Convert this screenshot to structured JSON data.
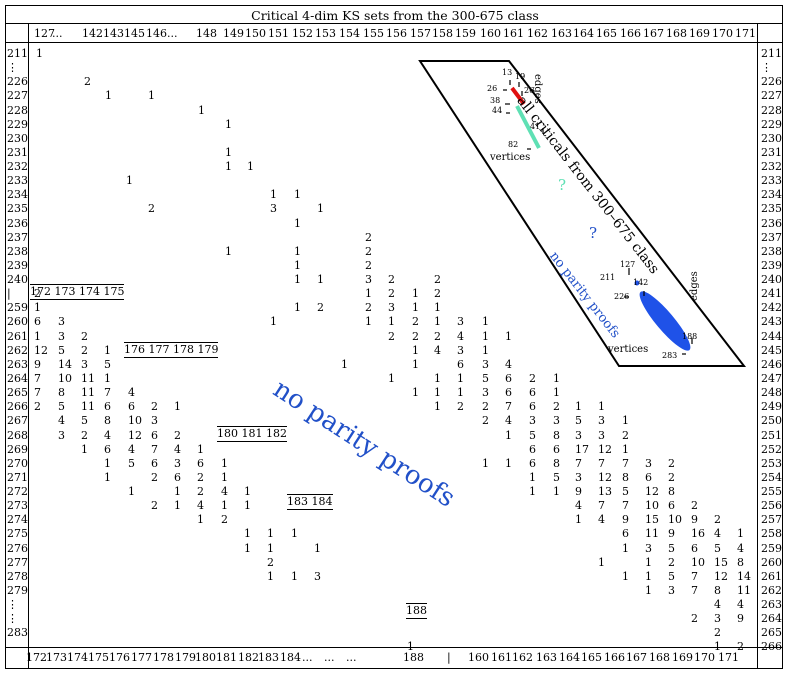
{
  "title": "Critical 4-dim KS sets from the 300-675 class",
  "top_header": [
    "127",
    "...",
    "142",
    "143",
    "145",
    "146",
    "...",
    "148",
    "149",
    "150",
    "151",
    "152",
    "153",
    "154",
    "155",
    "156",
    "157",
    "158",
    "159",
    "160",
    "161",
    "162",
    "163",
    "164",
    "165",
    "166",
    "167",
    "168",
    "169",
    "170",
    "171"
  ],
  "bottom_header": [
    "172",
    "173",
    "174",
    "175",
    "176",
    "177",
    "178",
    "179",
    "180",
    "181",
    "182",
    "183",
    "184",
    "...",
    "...",
    "...",
    "188",
    "|",
    "160",
    "161",
    "162",
    "163",
    "164",
    "165",
    "166",
    "167",
    "168",
    "169",
    "170",
    "171"
  ],
  "left_rows": [
    "211",
    "⋮",
    "226",
    "227",
    "228",
    "229",
    "230",
    "231",
    "232",
    "233",
    "234",
    "235",
    "236",
    "237",
    "238",
    "239",
    "240",
    "|",
    "259",
    "260",
    "261",
    "262",
    "263",
    "264",
    "265",
    "266",
    "267",
    "268",
    "269",
    "270",
    "271",
    "272",
    "273",
    "274",
    "275",
    "276",
    "277",
    "278",
    "279",
    "⋮",
    "⋮",
    "283"
  ],
  "right_rows": [
    "211",
    "⋮",
    "226",
    "227",
    "228",
    "229",
    "230",
    "231",
    "232",
    "233",
    "234",
    "235",
    "236",
    "237",
    "238",
    "239",
    "240",
    "241",
    "242",
    "243",
    "244",
    "245",
    "246",
    "247",
    "248",
    "249",
    "250",
    "251",
    "252",
    "253",
    "254",
    "255",
    "256",
    "257",
    "258",
    "259",
    "260",
    "261",
    "262",
    "263",
    "264",
    "265",
    "266"
  ],
  "sub_headers": [
    {
      "text": "172 173 174 175"
    },
    {
      "text": "176 177 178 179"
    },
    {
      "text": "180 181 182"
    },
    {
      "text": "183 184"
    },
    {
      "text": "188"
    }
  ],
  "matrix_cells": [
    {
      "r": 0,
      "c": 0,
      "v": "1"
    },
    {
      "r": 2,
      "c": 2,
      "v": "2"
    },
    {
      "r": 3,
      "c": 3,
      "v": "1"
    },
    {
      "r": 3,
      "c": 5,
      "v": "1"
    },
    {
      "r": 4,
      "c": 7,
      "v": "1"
    },
    {
      "r": 5,
      "c": 8,
      "v": "1"
    },
    {
      "r": 7,
      "c": 8,
      "v": "1"
    },
    {
      "r": 8,
      "c": 8,
      "v": "1"
    },
    {
      "r": 8,
      "c": 9,
      "v": "1"
    },
    {
      "r": 9,
      "c": 4,
      "v": "1"
    },
    {
      "r": 10,
      "c": 10,
      "v": "1"
    },
    {
      "r": 10,
      "c": 11,
      "v": "1"
    },
    {
      "r": 11,
      "c": 5,
      "v": "2"
    },
    {
      "r": 11,
      "c": 10,
      "v": "3"
    },
    {
      "r": 11,
      "c": 12,
      "v": "1"
    },
    {
      "r": 12,
      "c": 11,
      "v": "1"
    },
    {
      "r": 13,
      "c": 14,
      "v": "2"
    },
    {
      "r": 14,
      "c": 8,
      "v": "1"
    },
    {
      "r": 14,
      "c": 11,
      "v": "1"
    },
    {
      "r": 14,
      "c": 14,
      "v": "2"
    },
    {
      "r": 15,
      "c": 11,
      "v": "1"
    },
    {
      "r": 15,
      "c": 14,
      "v": "2"
    },
    {
      "r": 16,
      "c": 11,
      "v": "1"
    },
    {
      "r": 16,
      "c": 12,
      "v": "1"
    },
    {
      "r": 16,
      "c": 14,
      "v": "3"
    },
    {
      "r": 16,
      "c": 15,
      "v": "2"
    },
    {
      "r": 16,
      "c": 17,
      "v": "2"
    },
    {
      "r": 17,
      "c": 14,
      "v": "1"
    },
    {
      "r": 17,
      "c": 15,
      "v": "2"
    },
    {
      "r": 17,
      "c": 16,
      "v": "1"
    },
    {
      "r": 17,
      "c": 17,
      "v": "2"
    },
    {
      "r": 18,
      "c": 11,
      "v": "1"
    },
    {
      "r": 18,
      "c": 12,
      "v": "2"
    },
    {
      "r": 18,
      "c": 14,
      "v": "2"
    },
    {
      "r": 18,
      "c": 15,
      "v": "3"
    },
    {
      "r": 18,
      "c": 16,
      "v": "1"
    },
    {
      "r": 18,
      "c": 17,
      "v": "1"
    },
    {
      "r": 19,
      "c": 10,
      "v": "1"
    },
    {
      "r": 19,
      "c": 14,
      "v": "1"
    },
    {
      "r": 19,
      "c": 15,
      "v": "1"
    },
    {
      "r": 19,
      "c": 16,
      "v": "2"
    },
    {
      "r": 19,
      "c": 17,
      "v": "1"
    },
    {
      "r": 19,
      "c": 18,
      "v": "3"
    },
    {
      "r": 19,
      "c": 19,
      "v": "1"
    },
    {
      "r": 20,
      "c": 15,
      "v": "2"
    },
    {
      "r": 20,
      "c": 16,
      "v": "2"
    },
    {
      "r": 20,
      "c": 17,
      "v": "2"
    },
    {
      "r": 20,
      "c": 18,
      "v": "4"
    },
    {
      "r": 20,
      "c": 19,
      "v": "1"
    },
    {
      "r": 20,
      "c": 20,
      "v": "1"
    },
    {
      "r": 21,
      "c": 16,
      "v": "1"
    },
    {
      "r": 21,
      "c": 17,
      "v": "4"
    },
    {
      "r": 21,
      "c": 18,
      "v": "3"
    },
    {
      "r": 21,
      "c": 19,
      "v": "1"
    },
    {
      "r": 22,
      "c": 13,
      "v": "1"
    },
    {
      "r": 22,
      "c": 16,
      "v": "1"
    },
    {
      "r": 22,
      "c": 18,
      "v": "6"
    },
    {
      "r": 22,
      "c": 19,
      "v": "3"
    },
    {
      "r": 22,
      "c": 20,
      "v": "4"
    },
    {
      "r": 23,
      "c": 15,
      "v": "1"
    },
    {
      "r": 23,
      "c": 17,
      "v": "1"
    },
    {
      "r": 23,
      "c": 18,
      "v": "1"
    },
    {
      "r": 23,
      "c": 19,
      "v": "5"
    },
    {
      "r": 23,
      "c": 20,
      "v": "6"
    },
    {
      "r": 23,
      "c": 21,
      "v": "2"
    },
    {
      "r": 23,
      "c": 22,
      "v": "1"
    },
    {
      "r": 24,
      "c": 16,
      "v": "1"
    },
    {
      "r": 24,
      "c": 17,
      "v": "1"
    },
    {
      "r": 24,
      "c": 18,
      "v": "1"
    },
    {
      "r": 24,
      "c": 19,
      "v": "3"
    },
    {
      "r": 24,
      "c": 20,
      "v": "6"
    },
    {
      "r": 24,
      "c": 21,
      "v": "6"
    },
    {
      "r": 24,
      "c": 22,
      "v": "1"
    },
    {
      "r": 25,
      "c": 17,
      "v": "1"
    },
    {
      "r": 25,
      "c": 18,
      "v": "2"
    },
    {
      "r": 25,
      "c": 19,
      "v": "2"
    },
    {
      "r": 25,
      "c": 20,
      "v": "7"
    },
    {
      "r": 25,
      "c": 21,
      "v": "6"
    },
    {
      "r": 25,
      "c": 22,
      "v": "2"
    },
    {
      "r": 25,
      "c": 23,
      "v": "1"
    },
    {
      "r": 25,
      "c": 24,
      "v": "1"
    },
    {
      "r": 26,
      "c": 19,
      "v": "2"
    },
    {
      "r": 26,
      "c": 20,
      "v": "4"
    },
    {
      "r": 26,
      "c": 21,
      "v": "3"
    },
    {
      "r": 26,
      "c": 22,
      "v": "3"
    },
    {
      "r": 26,
      "c": 23,
      "v": "5"
    },
    {
      "r": 26,
      "c": 24,
      "v": "3"
    },
    {
      "r": 26,
      "c": 25,
      "v": "1"
    },
    {
      "r": 27,
      "c": 20,
      "v": "1"
    },
    {
      "r": 27,
      "c": 21,
      "v": "5"
    },
    {
      "r": 27,
      "c": 22,
      "v": "8"
    },
    {
      "r": 27,
      "c": 23,
      "v": "3"
    },
    {
      "r": 27,
      "c": 24,
      "v": "3"
    },
    {
      "r": 27,
      "c": 25,
      "v": "2"
    },
    {
      "r": 28,
      "c": 21,
      "v": "6"
    },
    {
      "r": 28,
      "c": 22,
      "v": "6"
    },
    {
      "r": 28,
      "c": 23,
      "v": "17"
    },
    {
      "r": 28,
      "c": 24,
      "v": "12"
    },
    {
      "r": 28,
      "c": 25,
      "v": "1"
    },
    {
      "r": 29,
      "c": 19,
      "v": "1"
    },
    {
      "r": 29,
      "c": 20,
      "v": "1"
    },
    {
      "r": 29,
      "c": 21,
      "v": "6"
    },
    {
      "r": 29,
      "c": 22,
      "v": "8"
    },
    {
      "r": 29,
      "c": 23,
      "v": "7"
    },
    {
      "r": 29,
      "c": 24,
      "v": "7"
    },
    {
      "r": 29,
      "c": 25,
      "v": "7"
    },
    {
      "r": 29,
      "c": 26,
      "v": "3"
    },
    {
      "r": 29,
      "c": 27,
      "v": "2"
    },
    {
      "r": 30,
      "c": 21,
      "v": "1"
    },
    {
      "r": 30,
      "c": 22,
      "v": "5"
    },
    {
      "r": 30,
      "c": 23,
      "v": "3"
    },
    {
      "r": 30,
      "c": 24,
      "v": "12"
    },
    {
      "r": 30,
      "c": 25,
      "v": "8"
    },
    {
      "r": 30,
      "c": 26,
      "v": "6"
    },
    {
      "r": 30,
      "c": 27,
      "v": "2"
    },
    {
      "r": 31,
      "c": 21,
      "v": "1"
    },
    {
      "r": 31,
      "c": 22,
      "v": "1"
    },
    {
      "r": 31,
      "c": 23,
      "v": "9"
    },
    {
      "r": 31,
      "c": 24,
      "v": "13"
    },
    {
      "r": 31,
      "c": 25,
      "v": "5"
    },
    {
      "r": 31,
      "c": 26,
      "v": "12"
    },
    {
      "r": 31,
      "c": 27,
      "v": "8"
    },
    {
      "r": 32,
      "c": 23,
      "v": "4"
    },
    {
      "r": 32,
      "c": 24,
      "v": "7"
    },
    {
      "r": 32,
      "c": 25,
      "v": "7"
    },
    {
      "r": 32,
      "c": 26,
      "v": "10"
    },
    {
      "r": 32,
      "c": 27,
      "v": "6"
    },
    {
      "r": 32,
      "c": 28,
      "v": "2"
    },
    {
      "r": 33,
      "c": 23,
      "v": "1"
    },
    {
      "r": 33,
      "c": 24,
      "v": "4"
    },
    {
      "r": 33,
      "c": 25,
      "v": "9"
    },
    {
      "r": 33,
      "c": 26,
      "v": "15"
    },
    {
      "r": 33,
      "c": 27,
      "v": "10"
    },
    {
      "r": 33,
      "c": 28,
      "v": "9"
    },
    {
      "r": 33,
      "c": 29,
      "v": "2"
    },
    {
      "r": 34,
      "c": 25,
      "v": "6"
    },
    {
      "r": 34,
      "c": 26,
      "v": "11"
    },
    {
      "r": 34,
      "c": 27,
      "v": "9"
    },
    {
      "r": 34,
      "c": 28,
      "v": "16"
    },
    {
      "r": 34,
      "c": 29,
      "v": "4"
    },
    {
      "r": 34,
      "c": 30,
      "v": "1"
    },
    {
      "r": 35,
      "c": 25,
      "v": "1"
    },
    {
      "r": 35,
      "c": 26,
      "v": "3"
    },
    {
      "r": 35,
      "c": 27,
      "v": "5"
    },
    {
      "r": 35,
      "c": 28,
      "v": "6"
    },
    {
      "r": 35,
      "c": 29,
      "v": "5"
    },
    {
      "r": 35,
      "c": 30,
      "v": "4"
    },
    {
      "r": 36,
      "c": 24,
      "v": "1"
    },
    {
      "r": 36,
      "c": 26,
      "v": "1"
    },
    {
      "r": 36,
      "c": 27,
      "v": "2"
    },
    {
      "r": 36,
      "c": 28,
      "v": "10"
    },
    {
      "r": 36,
      "c": 29,
      "v": "15"
    },
    {
      "r": 36,
      "c": 30,
      "v": "8"
    },
    {
      "r": 37,
      "c": 25,
      "v": "1"
    },
    {
      "r": 37,
      "c": 26,
      "v": "1"
    },
    {
      "r": 37,
      "c": 27,
      "v": "5"
    },
    {
      "r": 37,
      "c": 28,
      "v": "7"
    },
    {
      "r": 37,
      "c": 29,
      "v": "12"
    },
    {
      "r": 37,
      "c": 30,
      "v": "14"
    },
    {
      "r": 38,
      "c": 26,
      "v": "1"
    },
    {
      "r": 38,
      "c": 27,
      "v": "3"
    },
    {
      "r": 38,
      "c": 28,
      "v": "7"
    },
    {
      "r": 38,
      "c": 29,
      "v": "8"
    },
    {
      "r": 38,
      "c": 30,
      "v": "11"
    },
    {
      "r": 39,
      "c": 29,
      "v": "4"
    },
    {
      "r": 39,
      "c": 30,
      "v": "4"
    },
    {
      "r": 40,
      "c": 28,
      "v": "2"
    },
    {
      "r": 40,
      "c": 29,
      "v": "3"
    },
    {
      "r": 40,
      "c": 30,
      "v": "9"
    },
    {
      "r": 41,
      "c": 29,
      "v": "2"
    },
    {
      "r": 42,
      "c": 29,
      "v": "1"
    },
    {
      "r": 42,
      "c": 30,
      "v": "2"
    }
  ],
  "lower_cells": [
    {
      "r": 17,
      "c": 0,
      "v": "2"
    },
    {
      "r": 18,
      "c": 0,
      "v": "1"
    },
    {
      "r": 19,
      "c": 0,
      "v": "6"
    },
    {
      "r": 19,
      "c": 1,
      "v": "3"
    },
    {
      "r": 20,
      "c": 0,
      "v": "1"
    },
    {
      "r": 20,
      "c": 1,
      "v": "3"
    },
    {
      "r": 20,
      "c": 2,
      "v": "2"
    },
    {
      "r": 21,
      "c": 0,
      "v": "12"
    },
    {
      "r": 21,
      "c": 1,
      "v": "5"
    },
    {
      "r": 21,
      "c": 2,
      "v": "2"
    },
    {
      "r": 21,
      "c": 3,
      "v": "1"
    },
    {
      "r": 22,
      "c": 0,
      "v": "9"
    },
    {
      "r": 22,
      "c": 1,
      "v": "14"
    },
    {
      "r": 22,
      "c": 2,
      "v": "3"
    },
    {
      "r": 22,
      "c": 3,
      "v": "5"
    },
    {
      "r": 23,
      "c": 0,
      "v": "7"
    },
    {
      "r": 23,
      "c": 1,
      "v": "10"
    },
    {
      "r": 23,
      "c": 2,
      "v": "11"
    },
    {
      "r": 23,
      "c": 3,
      "v": "1"
    },
    {
      "r": 24,
      "c": 0,
      "v": "7"
    },
    {
      "r": 24,
      "c": 1,
      "v": "8"
    },
    {
      "r": 24,
      "c": 2,
      "v": "11"
    },
    {
      "r": 24,
      "c": 3,
      "v": "7"
    },
    {
      "r": 24,
      "c": 4,
      "v": "4"
    },
    {
      "r": 25,
      "c": 0,
      "v": "2"
    },
    {
      "r": 25,
      "c": 1,
      "v": "5"
    },
    {
      "r": 25,
      "c": 2,
      "v": "11"
    },
    {
      "r": 25,
      "c": 3,
      "v": "6"
    },
    {
      "r": 25,
      "c": 4,
      "v": "6"
    },
    {
      "r": 25,
      "c": 5,
      "v": "2"
    },
    {
      "r": 25,
      "c": 6,
      "v": "1"
    },
    {
      "r": 26,
      "c": 1,
      "v": "4"
    },
    {
      "r": 26,
      "c": 2,
      "v": "5"
    },
    {
      "r": 26,
      "c": 3,
      "v": "8"
    },
    {
      "r": 26,
      "c": 4,
      "v": "10"
    },
    {
      "r": 26,
      "c": 5,
      "v": "3"
    },
    {
      "r": 27,
      "c": 1,
      "v": "3"
    },
    {
      "r": 27,
      "c": 2,
      "v": "2"
    },
    {
      "r": 27,
      "c": 3,
      "v": "4"
    },
    {
      "r": 27,
      "c": 4,
      "v": "12"
    },
    {
      "r": 27,
      "c": 5,
      "v": "6"
    },
    {
      "r": 27,
      "c": 6,
      "v": "2"
    },
    {
      "r": 28,
      "c": 2,
      "v": "1"
    },
    {
      "r": 28,
      "c": 3,
      "v": "6"
    },
    {
      "r": 28,
      "c": 4,
      "v": "4"
    },
    {
      "r": 28,
      "c": 5,
      "v": "7"
    },
    {
      "r": 28,
      "c": 6,
      "v": "4"
    },
    {
      "r": 28,
      "c": 7,
      "v": "1"
    },
    {
      "r": 29,
      "c": 3,
      "v": "1"
    },
    {
      "r": 29,
      "c": 4,
      "v": "5"
    },
    {
      "r": 29,
      "c": 5,
      "v": "6"
    },
    {
      "r": 29,
      "c": 6,
      "v": "3"
    },
    {
      "r": 29,
      "c": 7,
      "v": "6"
    },
    {
      "r": 29,
      "c": 8,
      "v": "1"
    },
    {
      "r": 30,
      "c": 3,
      "v": "1"
    },
    {
      "r": 30,
      "c": 5,
      "v": "2"
    },
    {
      "r": 30,
      "c": 6,
      "v": "6"
    },
    {
      "r": 30,
      "c": 7,
      "v": "2"
    },
    {
      "r": 30,
      "c": 8,
      "v": "1"
    },
    {
      "r": 31,
      "c": 4,
      "v": "1"
    },
    {
      "r": 31,
      "c": 6,
      "v": "1"
    },
    {
      "r": 31,
      "c": 7,
      "v": "2"
    },
    {
      "r": 31,
      "c": 8,
      "v": "4"
    },
    {
      "r": 31,
      "c": 9,
      "v": "1"
    },
    {
      "r": 32,
      "c": 5,
      "v": "2"
    },
    {
      "r": 32,
      "c": 6,
      "v": "1"
    },
    {
      "r": 32,
      "c": 7,
      "v": "4"
    },
    {
      "r": 32,
      "c": 8,
      "v": "1"
    },
    {
      "r": 32,
      "c": 9,
      "v": "1"
    },
    {
      "r": 33,
      "c": 7,
      "v": "1"
    },
    {
      "r": 33,
      "c": 8,
      "v": "2"
    },
    {
      "r": 34,
      "c": 9,
      "v": "1"
    },
    {
      "r": 34,
      "c": 10,
      "v": "1"
    },
    {
      "r": 34,
      "c": 11,
      "v": "1"
    },
    {
      "r": 35,
      "c": 9,
      "v": "1"
    },
    {
      "r": 35,
      "c": 10,
      "v": "1"
    },
    {
      "r": 35,
      "c": 12,
      "v": "1"
    },
    {
      "r": 36,
      "c": 10,
      "v": "2"
    },
    {
      "r": 37,
      "c": 10,
      "v": "1"
    },
    {
      "r": 37,
      "c": 11,
      "v": "1"
    },
    {
      "r": 37,
      "c": 12,
      "v": "3"
    },
    {
      "r": 42,
      "c": 16,
      "v": "1"
    }
  ],
  "overlay": {
    "no_parity_big": "no parity proofs",
    "inset_title": "all criticals from 300–675 class",
    "inset_no_parity": "no parity proofs",
    "question_a": "?",
    "question_b": "?",
    "top_labels": [
      "13",
      "19",
      "26",
      "26",
      "38",
      "44",
      "41",
      "82"
    ],
    "top_edges": "edges",
    "top_vertices": "vertices",
    "bot_labels": [
      "127",
      "211",
      "142",
      "226",
      "188",
      "283"
    ],
    "bot_edges": "edges",
    "bot_vertices": "vertices"
  },
  "colors": {
    "blue": "#2150c8",
    "teal": "#5fe0b4",
    "red": "#e01010",
    "inset_blue": "#1f52e8"
  }
}
